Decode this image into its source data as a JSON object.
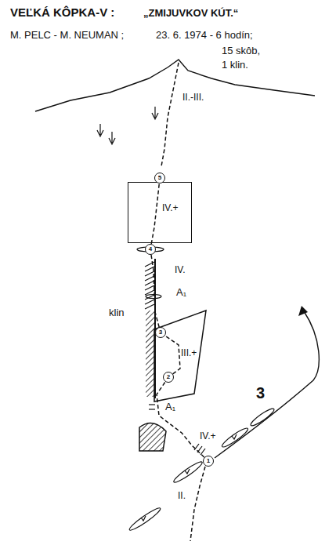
{
  "diagram": {
    "title": "VEĽKÁ KÔPKA-V :",
    "nodes": [
      {
        "text": [
          "IV.+"
        ]
      },
      {
        "text": [
          "5"
        ]
      },
      {
        "text": [
          "4"
        ]
      },
      {
        "text": [
          "III.+"
        ]
      },
      {
        "text": [
          "3"
        ]
      },
      {
        "text": [
          "2"
        ]
      },
      {
        "text": [
          "1"
        ]
      }
    ],
    "edges": [
      {
        "from": 6,
        "to": 5,
        "arrow": "none"
      },
      {
        "from": 5,
        "to": 4,
        "arrow": "none"
      },
      {
        "from": 4,
        "to": 2,
        "arrow": "none"
      },
      {
        "from": 2,
        "to": 1,
        "arrow": "none"
      }
    ],
    "labels": [
      "„ZMIJUVKOV KÚT.“",
      "M. PELC - M. NEUMAN ;",
      "23. 6. 1974 - 6 hodín;",
      "15 skôb,",
      "1 klin.",
      "II.-III.",
      "IV.",
      "klin",
      "A₁",
      "A₁",
      "IV.+",
      "II.",
      "3"
    ]
  }
}
